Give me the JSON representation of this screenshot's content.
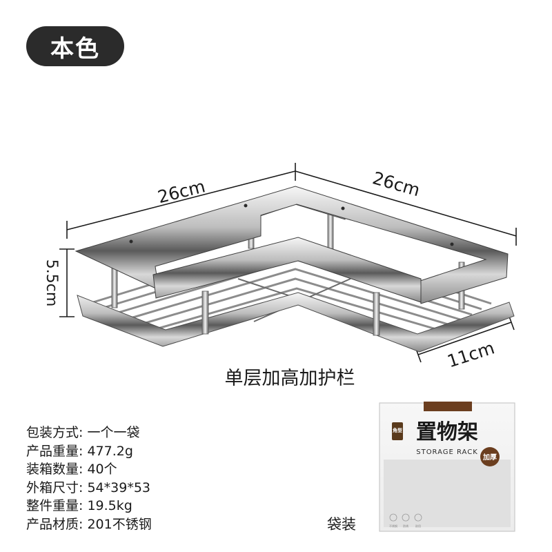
{
  "color_tag": "本色",
  "dimensions": {
    "side_left": "26cm",
    "side_right": "26cm",
    "height": "5.5cm",
    "depth": "11cm"
  },
  "variant_caption": "单层加高加护栏",
  "specs": [
    {
      "label": "包装方式",
      "value": "一个一袋"
    },
    {
      "label": "产品重量",
      "value": "477.2g"
    },
    {
      "label": "装箱数量",
      "value": "40个"
    },
    {
      "label": "外箱尺寸",
      "value": "54*39*53"
    },
    {
      "label": "整件重量",
      "value": "19.5kg"
    },
    {
      "label": "产品材质",
      "value": "201不锈钢"
    }
  ],
  "packaging_label": "袋装",
  "package": {
    "badge_text": "角型",
    "title": "置物架",
    "subtitle": "STORAGE RACK",
    "seal_text": "加厚",
    "icon_caption_1": "不锈钢",
    "icon_caption_2": "防锈",
    "icon_caption_3": "耐用"
  }
}
